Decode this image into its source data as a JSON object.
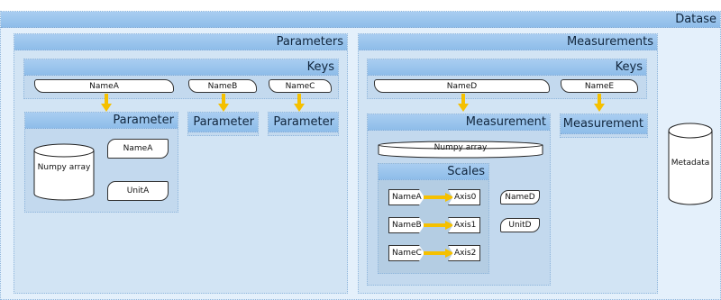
{
  "dataset": {
    "title": "Datase"
  },
  "parameters": {
    "title": "Parameters",
    "keys_title": "Keys",
    "keys": [
      "NameA",
      "NameB",
      "NameC"
    ],
    "parameter_title": "Parameter",
    "array_label": "Numpy array",
    "name_label": "NameA",
    "unit_label": "UnitA"
  },
  "measurements": {
    "title": "Measurements",
    "keys_title": "Keys",
    "keys": [
      "NameD",
      "NameE"
    ],
    "measurement_title": "Measurement",
    "array_label": "Numpy array",
    "scales_title": "Scales",
    "scales": [
      {
        "name": "NameA",
        "axis": "Axis0"
      },
      {
        "name": "NameB",
        "axis": "Axis1"
      },
      {
        "name": "NameC",
        "axis": "Axis2"
      }
    ],
    "name_label": "NameD",
    "unit_label": "UnitD"
  },
  "metadata": {
    "label": "Metadata"
  },
  "colors": {
    "arrow": "#f5c000",
    "header": "#98c4ee",
    "panel": "#d2e4f4"
  }
}
